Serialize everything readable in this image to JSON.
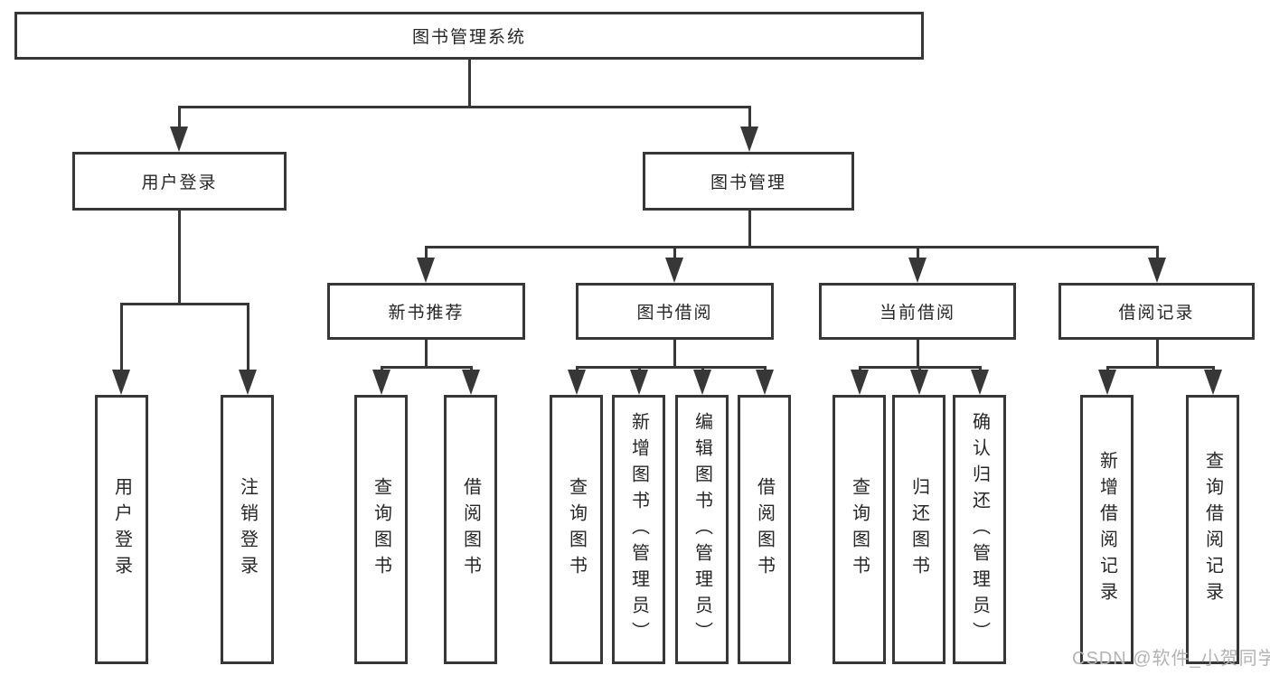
{
  "tree": {
    "label": "图书管理系统",
    "children": [
      {
        "label": "用户登录",
        "children": [
          {
            "label": "用户登录"
          },
          {
            "label": "注销登录"
          }
        ]
      },
      {
        "label": "图书管理",
        "children": [
          {
            "label": "新书推荐",
            "children": [
              {
                "label": "查询图书"
              },
              {
                "label": "借阅图书"
              }
            ]
          },
          {
            "label": "图书借阅",
            "children": [
              {
                "label": "查询图书"
              },
              {
                "label": "新增图书（管理员）"
              },
              {
                "label": "编辑图书（管理员）"
              },
              {
                "label": "借阅图书"
              }
            ]
          },
          {
            "label": "当前借阅",
            "children": [
              {
                "label": "查询图书"
              },
              {
                "label": "归还图书"
              },
              {
                "label": "确认归还（管理员）"
              }
            ]
          },
          {
            "label": "借阅记录",
            "children": [
              {
                "label": "新增借阅记录"
              },
              {
                "label": "查询借阅记录"
              }
            ]
          }
        ]
      }
    ]
  },
  "watermark": {
    "text": "CSDN @软件_小贺同学"
  },
  "colors": {
    "line": "#373737",
    "text": "#262626",
    "watermark": "#b3b3b3",
    "background": "#ffffff"
  }
}
